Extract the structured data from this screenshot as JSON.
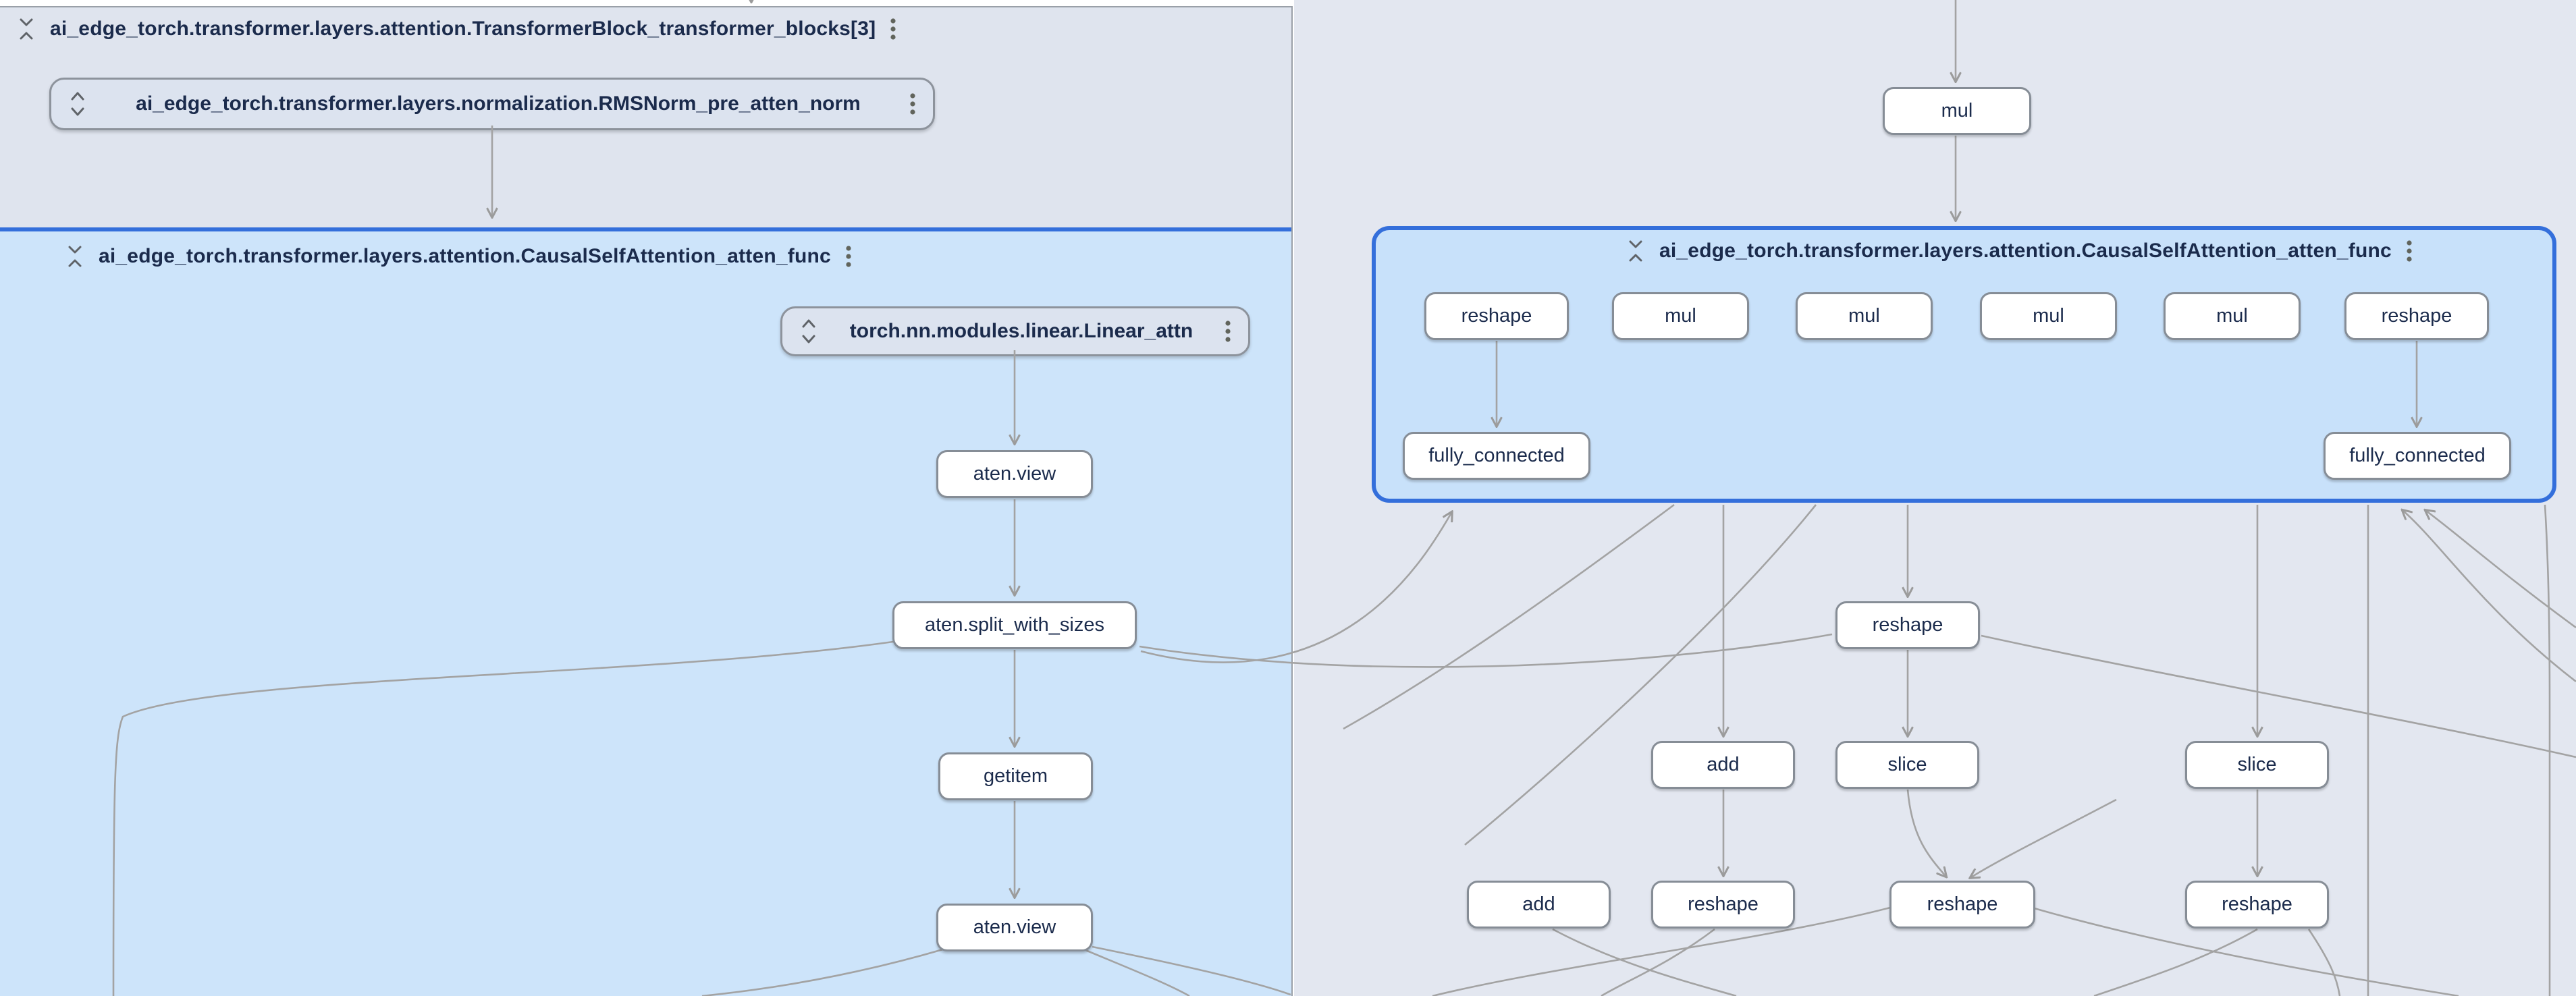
{
  "colors": {
    "left_group_bg": "#dfe4ee",
    "right_group_bg": "#e3e7f0",
    "attention_region_bg": "#cde4fa",
    "selected_group_bg": "#c8e1fa",
    "selected_group_border": "#346fdb",
    "node_border": "#868d96",
    "text": "#1b2b4c",
    "edge": "#a3a3a3"
  },
  "left_group": {
    "header": {
      "title": "ai_edge_torch.transformer.layers.attention.TransformerBlock_transformer_blocks[3]",
      "collapse_icon": "unfold-less",
      "menu_icon": "kebab-menu"
    },
    "rmsnorm_node": {
      "label": "ai_edge_torch.transformer.layers.normalization.RMSNorm_pre_atten_norm",
      "expand_icon": "unfold-more",
      "menu_icon": "kebab-menu"
    },
    "attention_group": {
      "header": {
        "title": "ai_edge_torch.transformer.layers.attention.CausalSelfAttention_atten_func",
        "collapse_icon": "unfold-less",
        "menu_icon": "kebab-menu"
      },
      "linear_node": {
        "label": "torch.nn.modules.linear.Linear_attn",
        "expand_icon": "unfold-more",
        "menu_icon": "kebab-menu"
      },
      "op_nodes": [
        "aten.view",
        "aten.split_with_sizes",
        "getitem",
        "aten.view"
      ]
    }
  },
  "right_group": {
    "mul_node": "mul",
    "selected_attention_group": {
      "header": {
        "title": "ai_edge_torch.transformer.layers.attention.CausalSelfAttention_atten_func",
        "collapse_icon": "unfold-less",
        "menu_icon": "kebab-menu"
      },
      "row1_nodes": [
        "reshape",
        "mul",
        "mul",
        "mul",
        "mul",
        "reshape"
      ],
      "row2_nodes": [
        "fully_connected",
        "fully_connected"
      ]
    },
    "op_nodes": {
      "mid": "reshape",
      "row2": [
        "add",
        "slice",
        "slice"
      ],
      "row3": [
        "add",
        "reshape",
        "reshape",
        "reshape"
      ]
    }
  }
}
